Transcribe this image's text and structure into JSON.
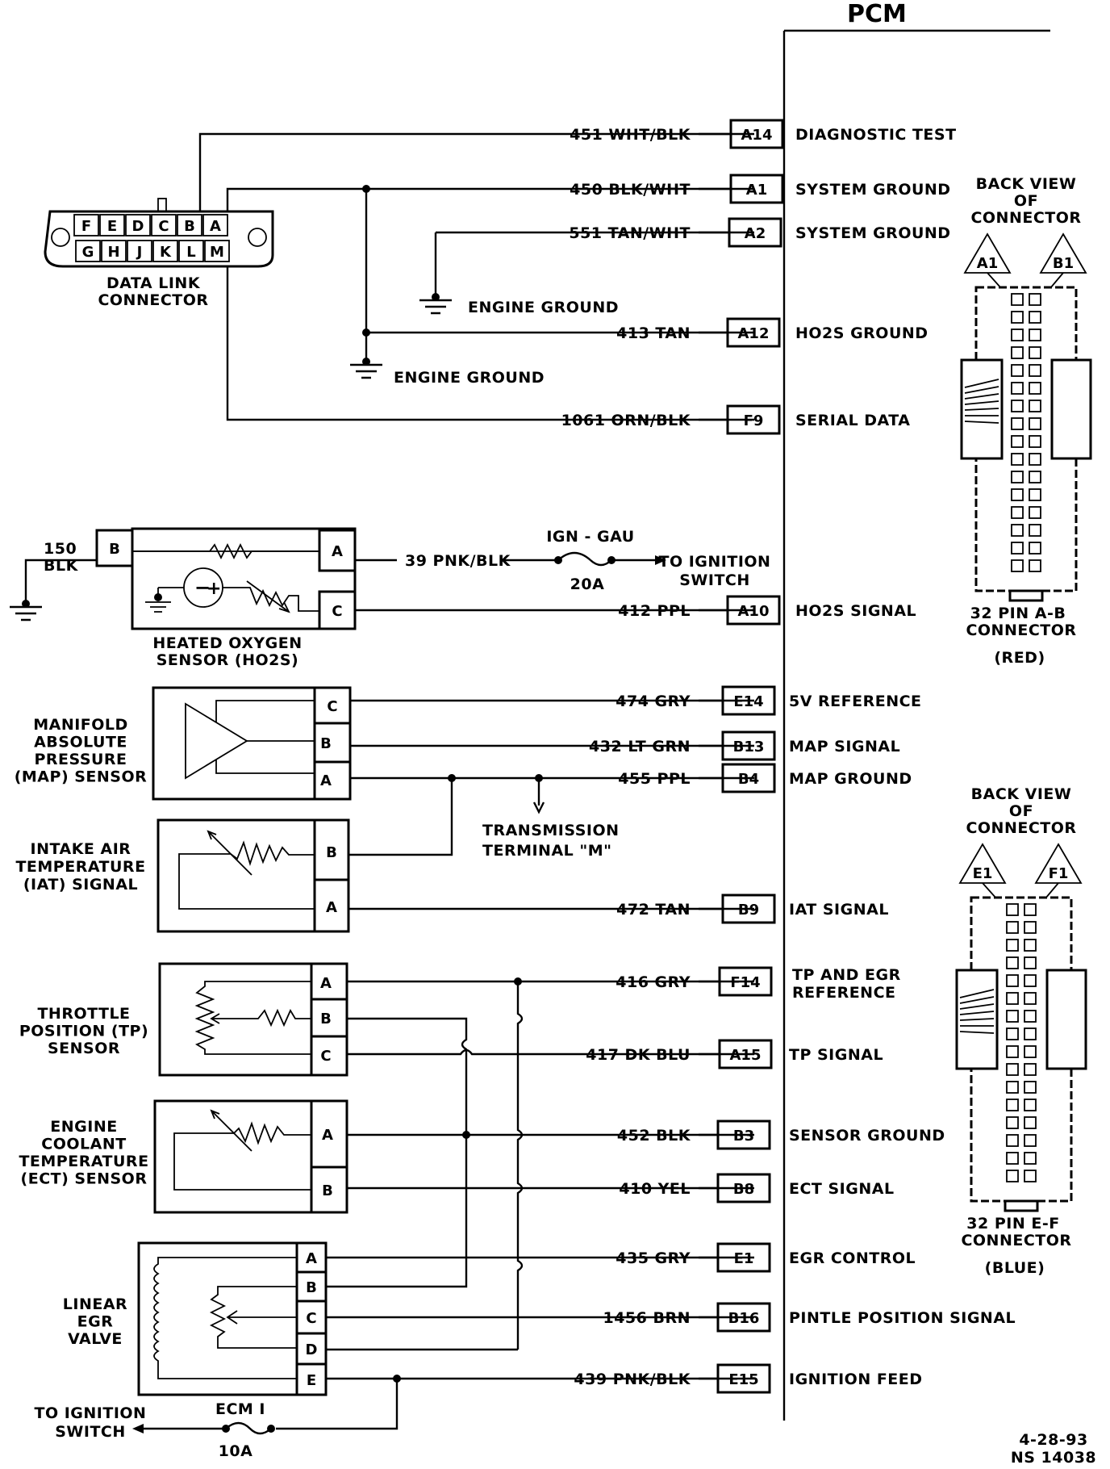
{
  "pcm": {
    "title": "PCM",
    "circuits": [
      {
        "wire": "451 WHT/BLK",
        "pin": "A14",
        "function": "DIAGNOSTIC TEST"
      },
      {
        "wire": "450 BLK/WHT",
        "pin": "A1",
        "function": "SYSTEM GROUND"
      },
      {
        "wire": "551 TAN/WHT",
        "pin": "A2",
        "function": "SYSTEM GROUND"
      },
      {
        "wire": "413 TAN",
        "pin": "A12",
        "function": "HO2S GROUND"
      },
      {
        "wire": "1061 ORN/BLK",
        "pin": "F9",
        "function": "SERIAL DATA"
      },
      {
        "wire": "412 PPL",
        "pin": "A10",
        "function": "HO2S SIGNAL"
      },
      {
        "wire": "474 GRY",
        "pin": "E14",
        "function": "5V REFERENCE"
      },
      {
        "wire": "432 LT GRN",
        "pin": "B13",
        "function": "MAP SIGNAL"
      },
      {
        "wire": "455 PPL",
        "pin": "B4",
        "function": "MAP GROUND"
      },
      {
        "wire": "472  TAN",
        "pin": "B9",
        "function": "IAT SIGNAL"
      },
      {
        "wire": "416 GRY",
        "pin": "F14",
        "function": "TP AND EGR",
        "function2": "REFERENCE"
      },
      {
        "wire": "417 DK BLU",
        "pin": "A15",
        "function": "TP SIGNAL"
      },
      {
        "wire": "452  BLK",
        "pin": "B3",
        "function": "SENSOR GROUND"
      },
      {
        "wire": "410  YEL",
        "pin": "B8",
        "function": "ECT SIGNAL"
      },
      {
        "wire": "435 GRY",
        "pin": "E1",
        "function": "EGR CONTROL"
      },
      {
        "wire": "1456 BRN",
        "pin": "B16",
        "function": "PINTLE POSITION SIGNAL"
      },
      {
        "wire": "439 PNK/BLK",
        "pin": "E15",
        "function": "IGNITION FEED"
      }
    ]
  },
  "dlc": {
    "top_pins": [
      "F",
      "E",
      "D",
      "C",
      "B",
      "A"
    ],
    "bottom_pins": [
      "G",
      "H",
      "J",
      "K",
      "L",
      "M"
    ],
    "label1": "DATA LINK",
    "label2": "CONNECTOR"
  },
  "grounds": {
    "engine_ground_1": "ENGINE GROUND",
    "engine_ground_2": "ENGINE GROUND"
  },
  "ho2s": {
    "pin_b": "B",
    "pin_a": "A",
    "pin_c": "C",
    "ground_wire_num": "150",
    "ground_wire_color": "BLK",
    "feed_wire": "39 PNK/BLK",
    "fuse_name": "IGN - GAU",
    "fuse_rating": "20A",
    "to_ignition_1": "TO IGNITION",
    "to_ignition_2": "SWITCH",
    "label1": "HEATED OXYGEN",
    "label2": "SENSOR (HO2S)"
  },
  "map": {
    "pins": [
      "C",
      "B",
      "A"
    ],
    "label": [
      "MANIFOLD",
      "ABSOLUTE",
      "PRESSURE",
      "(MAP) SENSOR"
    ],
    "trans1": "TRANSMISSION",
    "trans2": "TERMINAL \"M\""
  },
  "iat": {
    "pins": [
      "B",
      "A"
    ],
    "label": [
      "INTAKE AIR",
      "TEMPERATURE",
      "(IAT) SIGNAL"
    ]
  },
  "tp": {
    "pins": [
      "A",
      "B",
      "C"
    ],
    "label": [
      "THROTTLE",
      "POSITION (TP)",
      "SENSOR"
    ]
  },
  "ect": {
    "pins": [
      "A",
      "B"
    ],
    "label": [
      "ENGINE",
      "COOLANT",
      "TEMPERATURE",
      "(ECT) SENSOR"
    ]
  },
  "egr": {
    "pins": [
      "A",
      "B",
      "C",
      "D",
      "E"
    ],
    "label": [
      "LINEAR",
      "EGR",
      "VALVE"
    ],
    "fuse_name": "ECM I",
    "fuse_rating": "10A",
    "to_ignition_1": "TO IGNITION",
    "to_ignition_2": "SWITCH"
  },
  "connector_ab": {
    "back1": "BACK VIEW",
    "back2": "OF",
    "back3": "CONNECTOR",
    "pin_left": "A1",
    "pin_right": "B1",
    "name1": "32 PIN A-B",
    "name2": "CONNECTOR",
    "color": "(RED)"
  },
  "connector_ef": {
    "back1": "BACK VIEW",
    "back2": "OF",
    "back3": "CONNECTOR",
    "pin_left": "E1",
    "pin_right": "F1",
    "name1": "32 PIN E-F",
    "name2": "CONNECTOR",
    "color": "(BLUE)"
  },
  "footer": {
    "date": "4-28-93",
    "ref": "NS 14038"
  }
}
